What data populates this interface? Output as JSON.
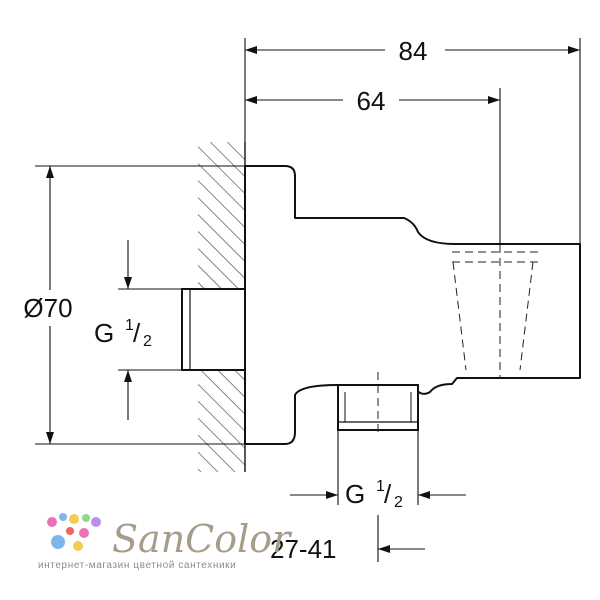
{
  "dimensions": {
    "overall_width": "84",
    "body_width": "64",
    "diameter": "Ø70",
    "thread_left": {
      "main": "G",
      "num": "1",
      "den": "2"
    },
    "thread_bottom": {
      "main": "G",
      "num": "1",
      "den": "2"
    },
    "wrench_size": "27-41"
  },
  "watermark": {
    "brand": "SanColor",
    "tagline": "интернет-магазин цветной сантехники",
    "colors": [
      "#e85aa8",
      "#6aa8e8",
      "#f2c23a",
      "#7ed07a",
      "#b07ae8",
      "#e84a4a"
    ]
  }
}
